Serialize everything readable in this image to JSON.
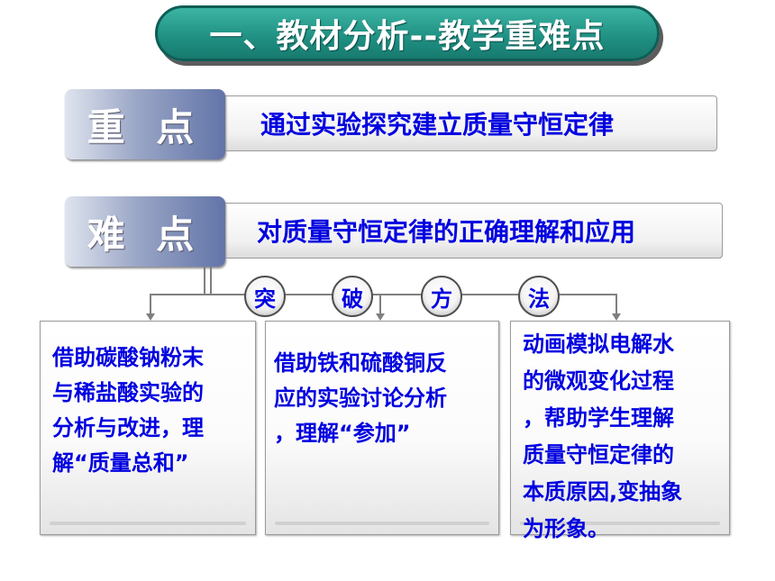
{
  "title": "一、教材分析--教学重难点",
  "key_point": {
    "label": "重  点",
    "text": "通过实验探究建立质量守恒定律"
  },
  "difficult_point": {
    "label": "难  点",
    "text": "对质量守恒定律的正确理解和应用"
  },
  "breakthrough_chars": [
    "突",
    "破",
    "方",
    "法"
  ],
  "methods": [
    {
      "lines": [
        "借助碳酸钠粉末",
        "与稀盐酸实验的",
        "分析与改进，理",
        "解“质量总和”"
      ]
    },
    {
      "lines": [
        "借助铁和硫酸铜反",
        "应的实验讨论分析",
        "，理解“参加”"
      ]
    },
    {
      "lines": [
        "动画模拟电解水",
        "的微观变化过程",
        "，帮助学生理解",
        "质量守恒定律的",
        "本质原因,变抽象",
        "为形象。"
      ]
    }
  ]
}
